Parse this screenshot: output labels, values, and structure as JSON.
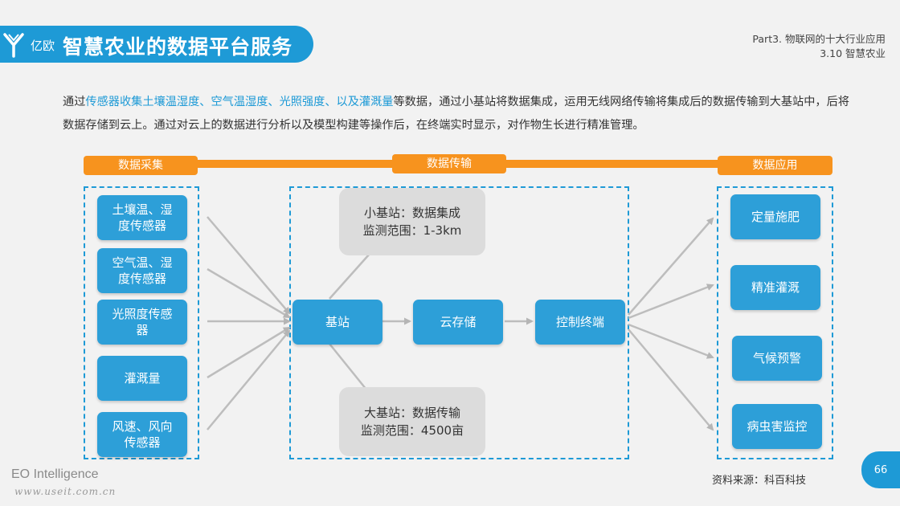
{
  "header": {
    "logo_text": "亿欧",
    "title": "智慧农业的数据平台服务",
    "part_line1": "Part3. 物联网的十大行业应用",
    "part_line2": "3.10 智慧农业"
  },
  "intro": {
    "p1": "通过",
    "p2": "传感器收集土壤温湿度、空气温湿度、光照强度、以及灌溉量",
    "p3": "等数据，通过小基站将数据集成，运用无线网络传输将集成后的数据传输到大基站中，后将数据存储到云上。通过对云上的数据进行分析以及模型构建等操作后，在终端实时显示，对作物生长进行精准管理。"
  },
  "stages": {
    "collect": "数据采集",
    "transmit": "数据传输",
    "apply": "数据应用"
  },
  "sensors": [
    "土壤温、湿\n度传感器",
    "空气温、湿\n度传感器",
    "光照度传感\n器",
    "灌溉量",
    "风速、风向\n传感器"
  ],
  "flow": {
    "station": "基站",
    "cloud": "云存储",
    "terminal": "控制终端"
  },
  "bubbles": {
    "small": "小基站：数据集成\n监测范围：1-3km",
    "large": "大基站：数据传输\n监测范围：4500亩"
  },
  "applications": [
    "定量施肥",
    "精准灌溉",
    "气候预警",
    "病虫害监控"
  ],
  "footer": {
    "source": "资料来源：科百科技",
    "page": "66",
    "brand": "EO Intelligence",
    "watermark": "www.useit.com.cn"
  },
  "colors": {
    "accent_blue": "#1e9ad6",
    "node_blue": "#2d9fd8",
    "orange": "#f7931e",
    "bubble_gray": "#dcdcdc"
  }
}
